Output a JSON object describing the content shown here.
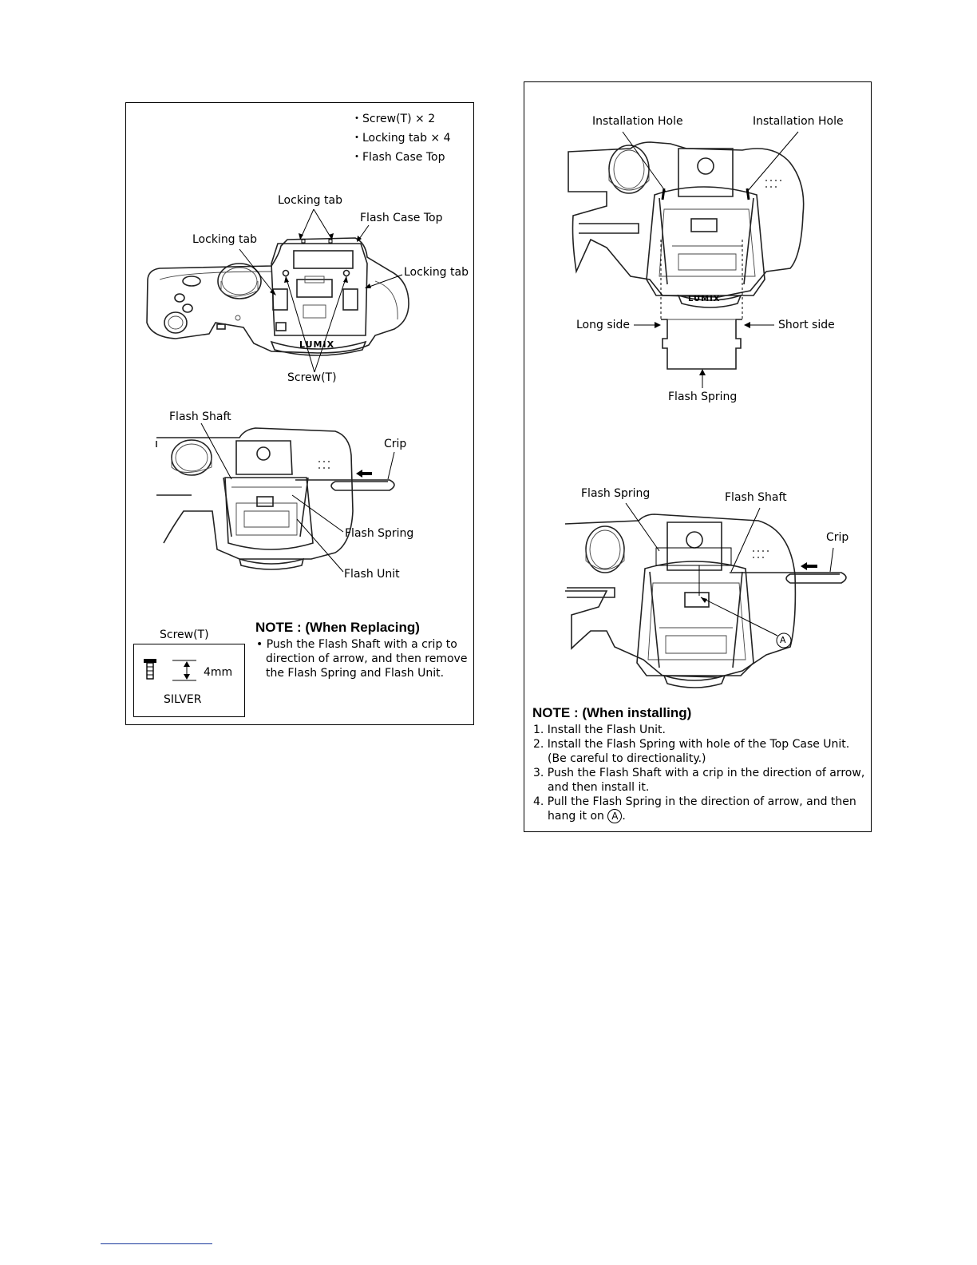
{
  "left": {
    "parts_list": [
      "・Screw(T) × 2",
      "・Locking tab × 4",
      "・Flash Case Top"
    ],
    "fig1": {
      "locking_tab": "Locking tab",
      "flash_case_top": "Flash Case Top",
      "screw_t": "Screw(T)",
      "lumix": "LUMIX"
    },
    "fig2": {
      "flash_shaft": "Flash Shaft",
      "crip": "Crip",
      "flash_spring": "Flash Spring",
      "flash_unit": "Flash Unit"
    },
    "screw_box": {
      "title": "Screw(T)",
      "length": "4mm",
      "color": "SILVER"
    },
    "note": {
      "title": "NOTE : (When Replacing)",
      "lines": [
        "• Push the Flash Shaft with a crip to",
        "direction of arrow, and then remove",
        "the Flash Spring and Flash Unit."
      ]
    }
  },
  "right": {
    "fig3": {
      "installation_hole": "Installation Hole",
      "long_side": "Long side",
      "short_side": "Short side",
      "flash_spring": "Flash Spring",
      "lumix": "LUMIX"
    },
    "fig4": {
      "flash_spring": "Flash Spring",
      "flash_shaft": "Flash Shaft",
      "crip": "Crip",
      "marker_a": "A"
    },
    "note": {
      "title": "NOTE : (When installing)",
      "lines": [
        "1. Install the Flash Unit.",
        "2. Install the Flash Spring with hole of the Top Case Unit.",
        "(Be careful to directionality.)",
        "3. Push the Flash Shaft with a crip in the direction of arrow,",
        "and then install it.",
        "4. Pull the Flash Spring in the direction of arrow, and then",
        "hang it on"
      ],
      "end_marker": "A",
      "end_period": "."
    }
  }
}
